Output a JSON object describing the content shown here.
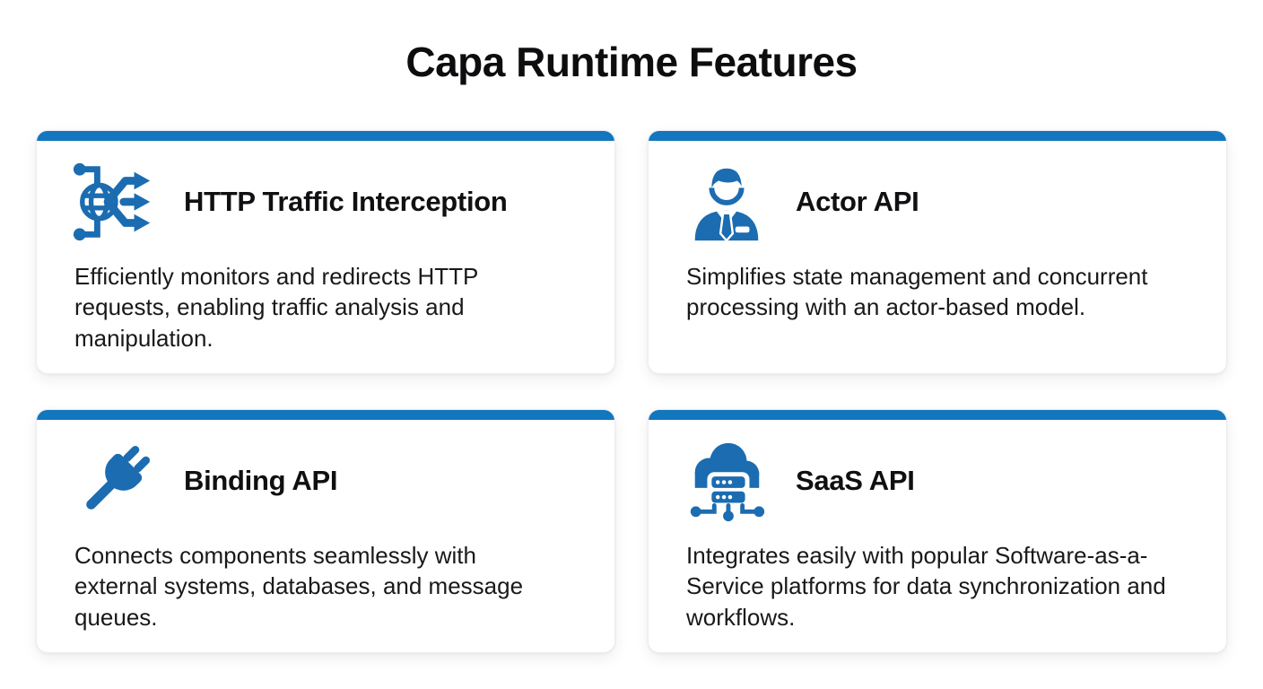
{
  "page": {
    "title": "Capa Runtime Features"
  },
  "colors": {
    "accent_bar_blue": "#1377bd",
    "icon_blue": "#1b6cb0",
    "card_background": "#ffffff",
    "card_border": "#ececf1",
    "heading_text": "#0d0d0f",
    "body_text": "#19191c"
  },
  "cards": [
    {
      "icon": "traffic-interception-icon",
      "title": "HTTP Traffic Interception",
      "description": "Efficiently monitors and redirects HTTP requests, enabling traffic analysis and manipulation."
    },
    {
      "icon": "actor-person-icon",
      "title": "Actor API",
      "description": "Simplifies state management and concurrent processing with an actor-based model."
    },
    {
      "icon": "plug-icon",
      "title": "Binding API",
      "description": "Connects components seamlessly with external systems, databases, and message queues."
    },
    {
      "icon": "cloud-server-icon",
      "title": "SaaS API",
      "description": "Integrates easily with popular Software-as-a-Service platforms for data synchronization and workflows."
    }
  ]
}
